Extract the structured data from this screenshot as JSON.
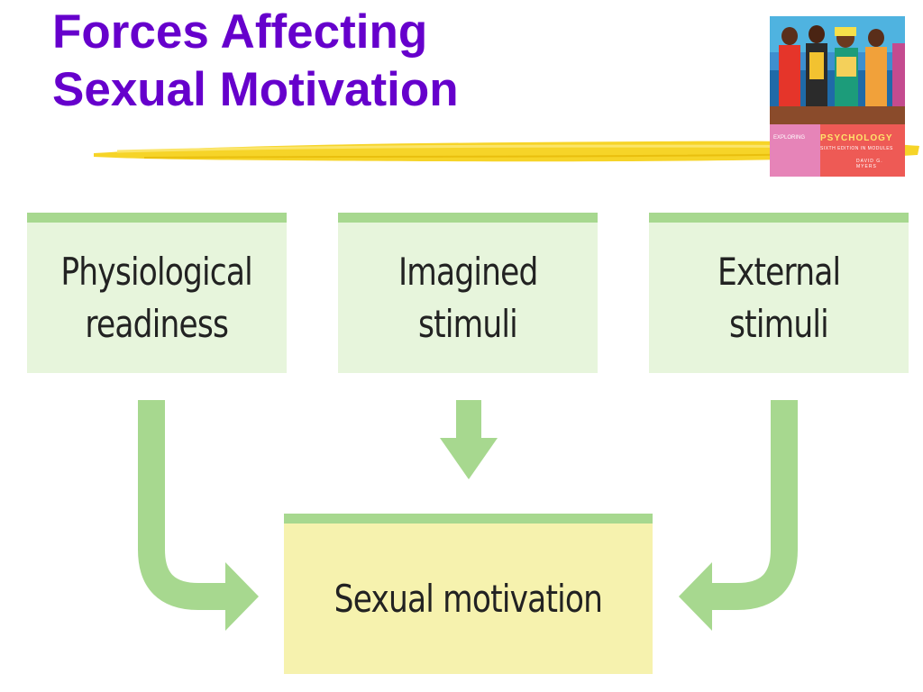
{
  "title": {
    "line1": "Forces Affecting",
    "line2": "Sexual Motivation"
  },
  "book": {
    "series": "EXPLORING",
    "title": "PSYCHOLOGY",
    "edition": "SIXTH EDITION IN MODULES",
    "author": "DAVID G. MYERS"
  },
  "diagram": {
    "sources": [
      {
        "line1": "Physiological",
        "line2": "readiness"
      },
      {
        "line1": "Imagined",
        "line2": "stimuli"
      },
      {
        "line1": "External",
        "line2": "stimuli"
      }
    ],
    "outcome": {
      "label": "Sexual motivation"
    }
  },
  "colors": {
    "title": "#6600cc",
    "source_box_fill": "#e7f5dc",
    "outcome_box_fill": "#f6f2ae",
    "box_top_border": "#a7d88f",
    "arrow": "#a7d88f",
    "underline": "#f5d21c"
  }
}
